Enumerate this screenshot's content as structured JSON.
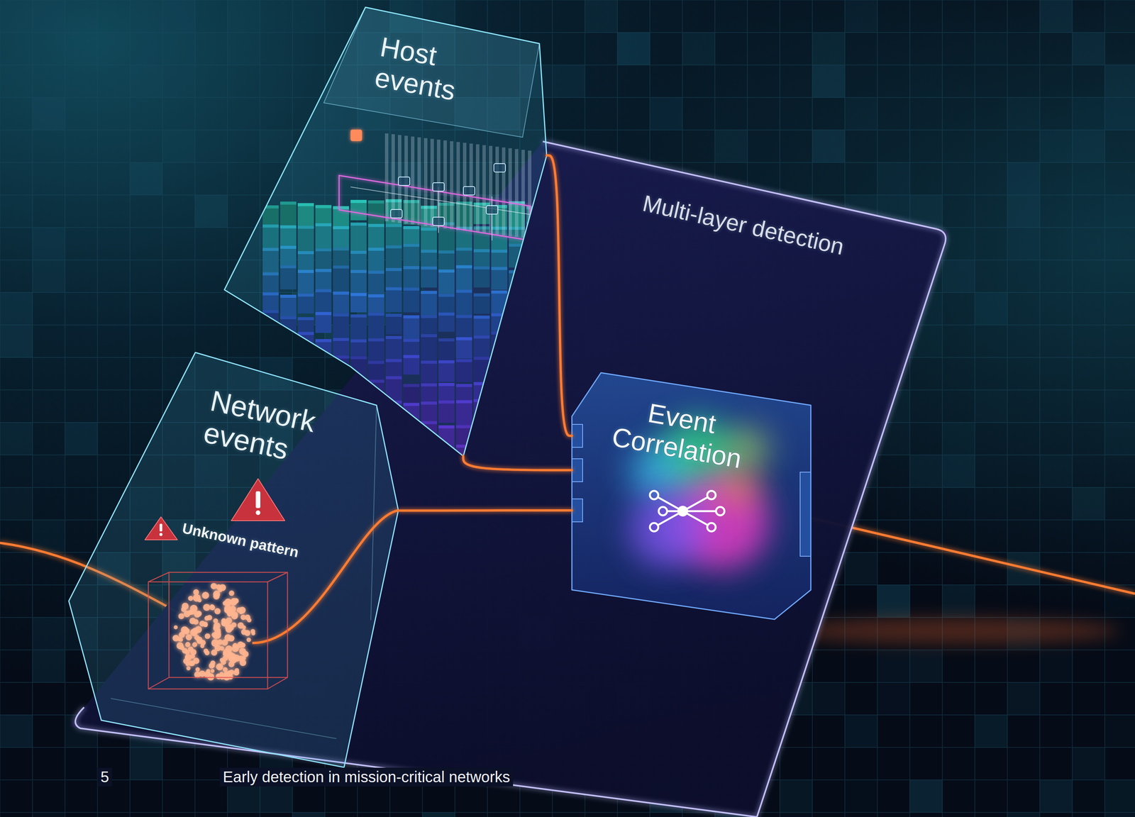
{
  "diagram": {
    "nodes": [
      {
        "text": [
          "Multi-layer detection"
        ]
      },
      {
        "text": [
          "Host events"
        ],
        "in": 0
      },
      {
        "text": [
          "Network events",
          "Unknown pattern"
        ],
        "in": 0
      },
      {
        "text": [
          "Event Correlation"
        ],
        "in": 0
      }
    ],
    "edges": [
      {
        "from": 1,
        "to": 3,
        "arrow": "none"
      },
      {
        "from": 1,
        "to": 3,
        "arrow": "none"
      },
      {
        "from": 2,
        "to": 3,
        "arrow": "none"
      }
    ],
    "labels": [
      "5",
      "Early detection in mission-critical networks"
    ]
  }
}
